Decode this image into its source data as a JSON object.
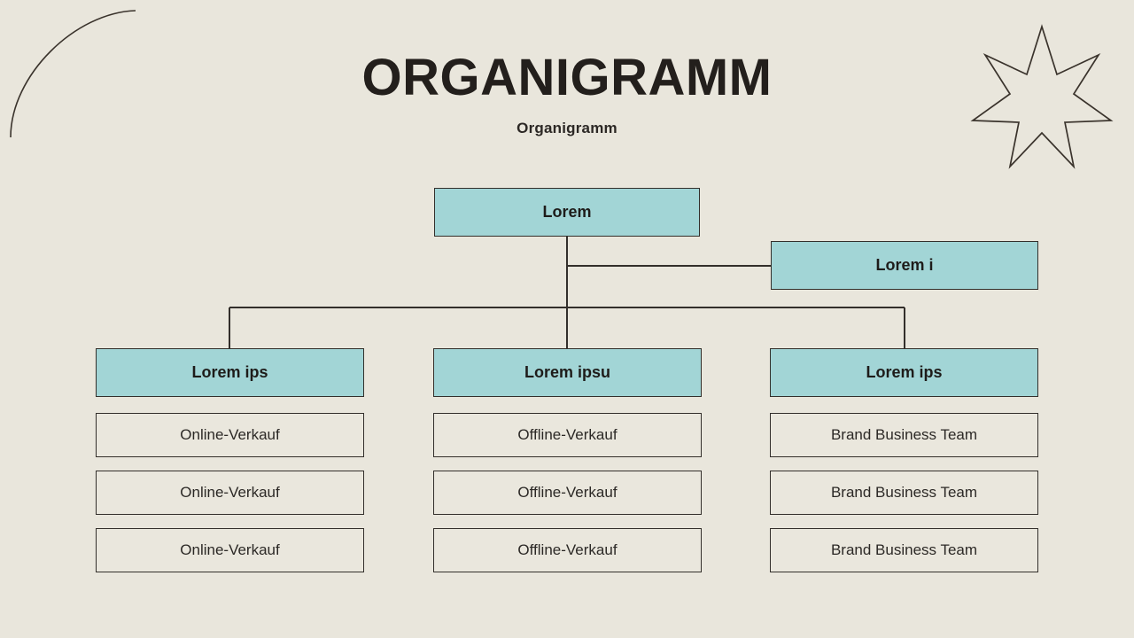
{
  "header": {
    "title": "ORGANIGRAMM",
    "subtitle": "Organigramm"
  },
  "decorations": [
    {
      "name": "corner-arc",
      "position": "top-left",
      "color": "#3a332c"
    },
    {
      "name": "seven-point-star",
      "position": "top-right",
      "color": "#3a332c"
    }
  ],
  "colors": {
    "background": "#e9e6dc",
    "node_primary_fill": "#a2d5d6",
    "node_leaf_fill": "#eae7dd",
    "border": "#332f2b",
    "text": "#262321"
  },
  "chart_data": {
    "type": "org-chart",
    "title": "ORGANIGRAMM",
    "subtitle": "Organigramm",
    "root": {
      "label": "Lorem"
    },
    "assistant": {
      "label": "Lorem i"
    },
    "branches": [
      {
        "label": "Lorem ips",
        "children": [
          "Online-Verkauf",
          "Online-Verkauf",
          "Online-Verkauf"
        ]
      },
      {
        "label": "Lorem ipsu",
        "children": [
          "Offline-Verkauf",
          "Offline-Verkauf",
          "Offline-Verkauf"
        ]
      },
      {
        "label": "Lorem ips",
        "children": [
          "Brand Business Team",
          "Brand Business Team",
          "Brand Business Team"
        ]
      }
    ]
  }
}
